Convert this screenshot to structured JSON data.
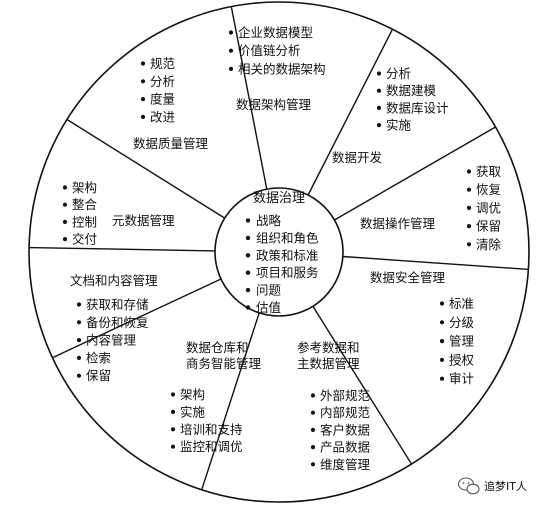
{
  "diagram": {
    "center": {
      "title": "数据治理",
      "items": [
        "战略",
        "组织和角色",
        "政策和标准",
        "项目和服务",
        "问题",
        "估值"
      ]
    },
    "segments": [
      {
        "id": "architecture",
        "title": [
          "数据架构管理"
        ],
        "items": [
          "企业数据模型",
          "价值链分析",
          "相关的数据架构"
        ]
      },
      {
        "id": "development",
        "title": [
          "数据开发"
        ],
        "items": [
          "分析",
          "数据建模",
          "数据库设计",
          "实施"
        ]
      },
      {
        "id": "operations",
        "title": [
          "数据操作管理"
        ],
        "items": [
          "获取",
          "恢复",
          "调优",
          "保留",
          "清除"
        ]
      },
      {
        "id": "security",
        "title": [
          "数据安全管理"
        ],
        "items": [
          "标准",
          "分级",
          "管理",
          "授权",
          "审计"
        ]
      },
      {
        "id": "reference-master",
        "title": [
          "参考数据和",
          "主数据管理"
        ],
        "items": [
          "外部规范",
          "内部规范",
          "客户数据",
          "产品数据",
          "维度管理"
        ]
      },
      {
        "id": "warehouse-bi",
        "title": [
          "数据仓库和",
          "商务智能管理"
        ],
        "items": [
          "架构",
          "实施",
          "培训和支持",
          "监控和调优"
        ]
      },
      {
        "id": "document-content",
        "title": [
          "文档和内容管理"
        ],
        "items": [
          "获取和存储",
          "备份和恢复",
          "内容管理",
          "检索",
          "保留"
        ]
      },
      {
        "id": "metadata",
        "title": [
          "元数据管理"
        ],
        "items": [
          "架构",
          "整合",
          "控制",
          "交付"
        ]
      },
      {
        "id": "quality",
        "title": [
          "数据质量管理"
        ],
        "items": [
          "规范",
          "分析",
          "度量",
          "改进"
        ]
      }
    ]
  },
  "watermark": {
    "text": "追梦IT人",
    "icon": "wechat-icon"
  }
}
